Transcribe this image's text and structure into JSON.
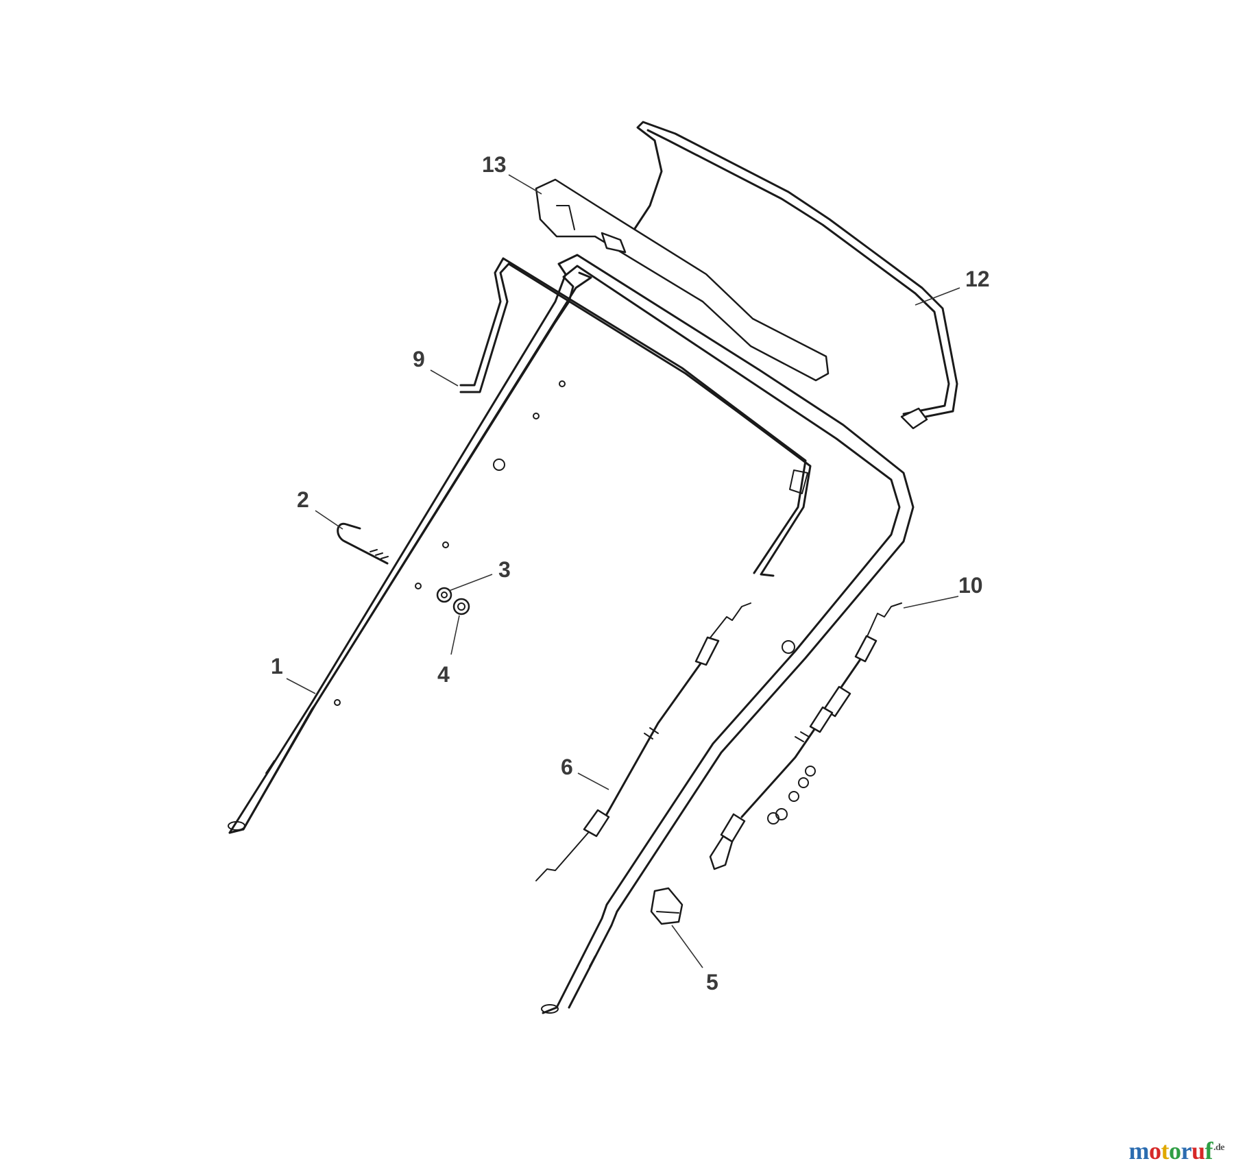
{
  "callouts": {
    "c1": "1",
    "c2": "2",
    "c3": "3",
    "c4": "4",
    "c5": "5",
    "c6": "6",
    "c9": "9",
    "c10": "10",
    "c12": "12",
    "c13": "13"
  },
  "watermark": {
    "letters": [
      "m",
      "o",
      "t",
      "o",
      "r",
      "u",
      "f"
    ],
    "letter_colors": [
      "#2b6cb0",
      "#d62828",
      "#e0a800",
      "#2f9e44",
      "#2b6cb0",
      "#d62828",
      "#2f9e44"
    ],
    "suffix": ".de",
    "suffix_color": "#555555"
  }
}
